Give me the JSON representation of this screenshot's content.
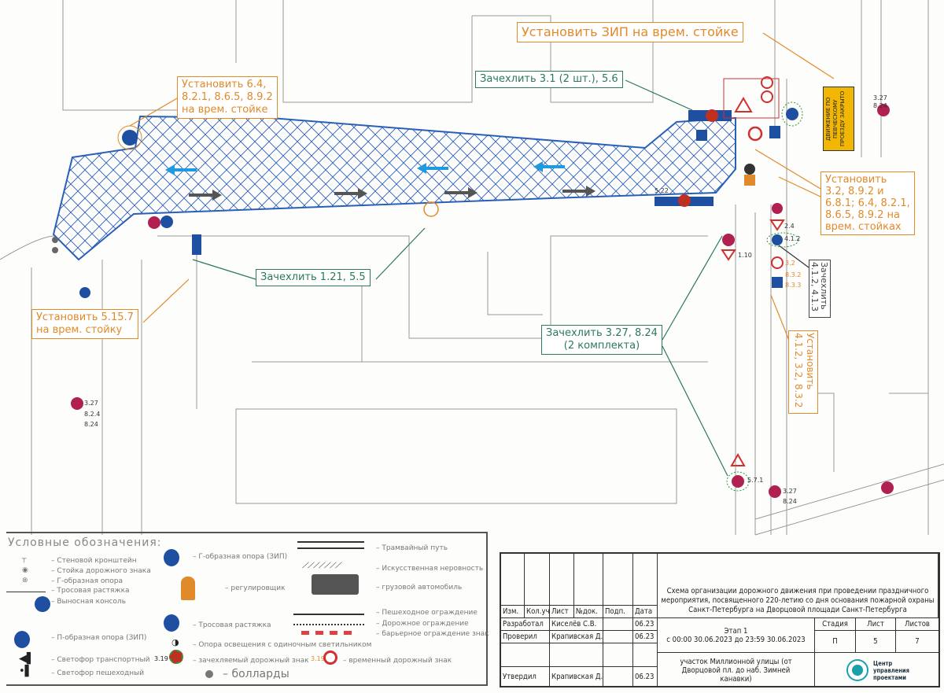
{
  "callouts": {
    "top_left": {
      "line1": "Установить 6.4,",
      "line2": "8.2.1, 8.6.5, 8.9.2",
      "line3": "на врем. стойке"
    },
    "top_zip": "Установить ЗИП на врем. стойке",
    "cover_31": "Зачехлить 3.1 (2 шт.), 5.6",
    "right_install": {
      "line1": "Установить",
      "line2": "3.2, 8.9.2 и",
      "line3": "6.8.1; 6.4, 8.2.1,",
      "line4": "8.6.5, 8.9.2 на",
      "line5": "врем. стойках"
    },
    "cover_121": "Зачехлить 1.21, 5.5",
    "install_5157": {
      "line1": "Установить 5.15.7",
      "line2": "на врем. стойку"
    },
    "cover_327": {
      "line1": "Зачехлить 3.27, 8.24",
      "line2": "(2 комплекта)"
    },
    "cover_412": "Зачехлить 4.1.2, 4.1.3",
    "install_412": "Установить 4.1.2, 3.2, 8.3.2"
  },
  "road_sign": "ДВИЖЕНИЕ ПО ПЕВЧЕСКОМУ ПРОЕЗДУ ЗАКРЫТО",
  "sign_labels": [
    "3.27",
    "8.24",
    "4.1.2",
    "2.4",
    "1.10",
    "3.27",
    "8.2.4",
    "8.24",
    "5.7.1",
    "3.27",
    "8.24",
    "5.22",
    "3.2",
    "8.3.2",
    "8.3.3"
  ],
  "legend": {
    "title": "Условные обозначения:",
    "items": [
      "– Стеновой кронштейн",
      "– Стойка дорожного знака",
      "– Г-образная опора",
      "– Тросовая растяжка",
      "– Выносная консоль",
      "– П-образная опора (ЗИП)",
      "– Светофор транспортный",
      "– Светофор пешеходный",
      "– Г-образная опора (ЗИП)",
      "– регулировщик",
      "– Тросовая растяжка",
      "– Опора освещения с одиночным светильником",
      "– зачехляемый дорожный знак",
      "– временный дорожный знак",
      "– болларды",
      "– Трамвайный путь",
      "– Искусственная неровность",
      "– грузовой автомобиль",
      "– Пешеходное ограждение",
      "– Дорожное ограждение",
      "– барьерное ограждение знак"
    ],
    "sign_code": "3.19"
  },
  "title_block": {
    "headers": [
      "Изм.",
      "Кол.уч",
      "Лист",
      "№док.",
      "Подп.",
      "Дата"
    ],
    "rows": [
      {
        "role": "Разработал",
        "name": "Киселёв С.В.",
        "date": "06.23"
      },
      {
        "role": "Проверил",
        "name": "Крапивская Д.Б.",
        "date": "06.23"
      },
      {
        "role": "Утвердил",
        "name": "Крапивская Д.Б.",
        "date": "06.23"
      }
    ],
    "title": "Схема организации дорожного движения при проведении праздничного мероприятия, посвященного 220-летию со дня основания пожарной охраны Санкт-Петербурга на Дворцовой площади Санкт-Петербурга",
    "stage": "Этап 1",
    "period": "с 00:00 30.06.2023 до 23:59 30.06.2023",
    "stadia_label": "Стадия",
    "sheet_label": "Лист",
    "sheets_label": "Листов",
    "stadia": "П",
    "sheet": "5",
    "sheets": "7",
    "section": "участок Миллионной улицы (от Дворцовой пл. до наб. Зимней канавки)",
    "logo_text": "Центр управления проектами"
  },
  "colors": {
    "hatch": "#2a5fb8",
    "orange": "#e08a2a",
    "green": "#2b7a5a",
    "arrow_blue": "#1e9be0",
    "arrow_gray": "#555555",
    "logo": "#1aa0a8"
  }
}
